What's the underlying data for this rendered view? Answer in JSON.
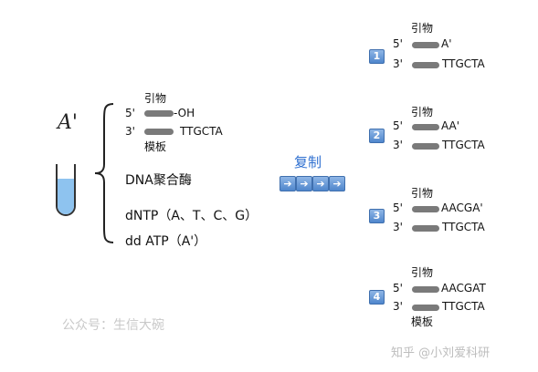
{
  "left": {
    "title": "A'",
    "primer_label": "引物",
    "prime5": "5'",
    "prime3": "3'",
    "oh": "-OH",
    "template_seq": "TTGCTA",
    "template_label": "模板",
    "enzyme": "DNA聚合酶",
    "dntp": "dNTP（A、T、C、G）",
    "ddatp": "dd ATP（A'）"
  },
  "middle": {
    "title": "复制",
    "arrow_glyph": "➔"
  },
  "products": [
    {
      "badge": "1",
      "primer_label": "引物",
      "prime5": "5'",
      "prime3": "3'",
      "extended": "A'",
      "template": "TTGCTA",
      "template_label": ""
    },
    {
      "badge": "2",
      "primer_label": "引物",
      "prime5": "5'",
      "prime3": "3'",
      "extended": "AA'",
      "template": "TTGCTA",
      "template_label": ""
    },
    {
      "badge": "3",
      "primer_label": "引物",
      "prime5": "5'",
      "prime3": "3'",
      "extended": "AACGA'",
      "template": "TTGCTA",
      "template_label": ""
    },
    {
      "badge": "4",
      "primer_label": "引物",
      "prime5": "5'",
      "prime3": "3'",
      "extended": "AACGAT",
      "template": "TTGCTA",
      "template_label": "模板"
    }
  ],
  "watermarks": {
    "left": "公众号：生信大碗",
    "right": "知乎 @小刘爱科研"
  },
  "colors": {
    "bar": "#7a7a7a",
    "liquid": "#8ec3ef",
    "accent": "#2e6fd0"
  }
}
